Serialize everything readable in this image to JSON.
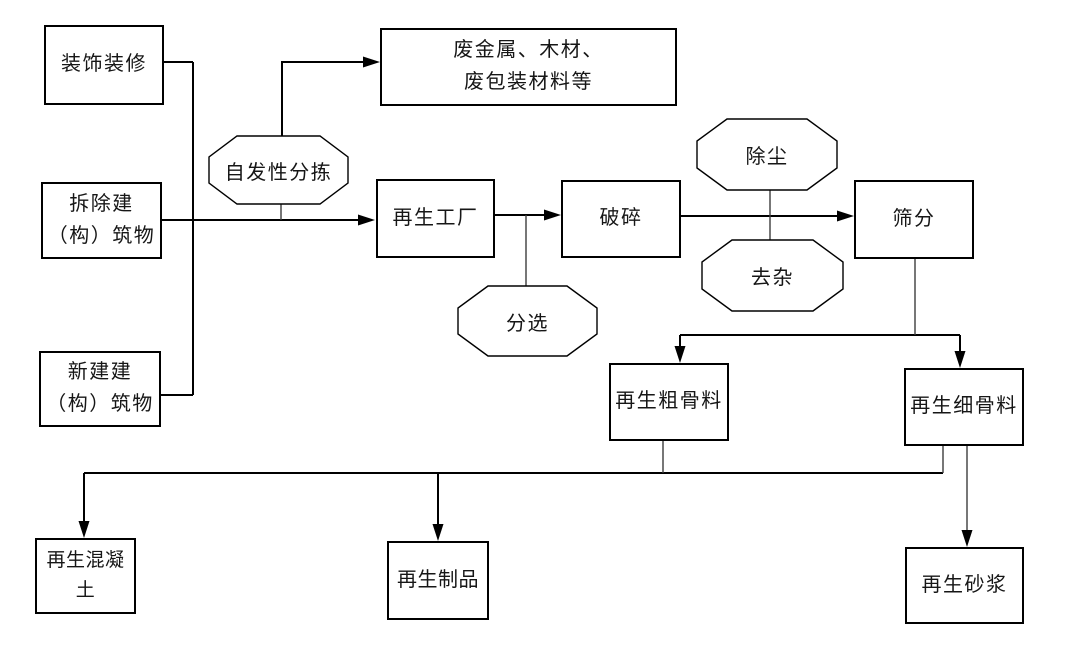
{
  "diagram": {
    "background_color": "#ffffff",
    "line_color": "#000000",
    "nodes": {
      "decoration": {
        "label": "装饰装修",
        "shape": "rect"
      },
      "demolished": {
        "label": "拆除建\n（构）筑物",
        "shape": "rect"
      },
      "new_construction": {
        "label": "新建建\n（构）筑物",
        "shape": "rect"
      },
      "waste_materials": {
        "label": "废金属、木材、\n废包装材料等",
        "shape": "rect"
      },
      "spontaneous_sorting": {
        "label": "自发性分拣",
        "shape": "octagon"
      },
      "recycling_plant": {
        "label": "再生工厂",
        "shape": "rect"
      },
      "sorting": {
        "label": "分选",
        "shape": "octagon"
      },
      "crushing": {
        "label": "破碎",
        "shape": "rect"
      },
      "dust_removal": {
        "label": "除尘",
        "shape": "octagon"
      },
      "impurity_removal": {
        "label": "去杂",
        "shape": "octagon"
      },
      "screening": {
        "label": "筛分",
        "shape": "rect"
      },
      "coarse_aggregate": {
        "label": "再生粗骨料",
        "shape": "rect"
      },
      "fine_aggregate": {
        "label": "再生细骨料",
        "shape": "rect"
      },
      "recycled_concrete": {
        "label": "再生混凝土",
        "shape": "rect"
      },
      "recycled_products": {
        "label": "再生制品",
        "shape": "rect"
      },
      "recycled_mortar": {
        "label": "再生砂浆",
        "shape": "rect"
      }
    },
    "edges": [
      {
        "from": "decoration",
        "to": "recycling_plant",
        "type": "arrow"
      },
      {
        "from": "demolished",
        "to": "recycling_plant",
        "type": "arrow"
      },
      {
        "from": "new_construction",
        "to": "recycling_plant",
        "type": "arrow"
      },
      {
        "from": "spontaneous_sorting",
        "to": "waste_materials",
        "type": "arrow"
      },
      {
        "from": "spontaneous_sorting",
        "to": "inflow_line",
        "type": "attach"
      },
      {
        "from": "recycling_plant",
        "to": "crushing",
        "type": "arrow"
      },
      {
        "from": "sorting",
        "to": "recycling_plant_crushing_line",
        "type": "attach"
      },
      {
        "from": "crushing",
        "to": "screening",
        "type": "arrow"
      },
      {
        "from": "dust_removal",
        "to": "crushing_screening_line",
        "type": "attach"
      },
      {
        "from": "impurity_removal",
        "to": "crushing_screening_line",
        "type": "attach"
      },
      {
        "from": "screening",
        "to": "coarse_aggregate",
        "type": "arrow"
      },
      {
        "from": "screening",
        "to": "fine_aggregate",
        "type": "arrow"
      },
      {
        "from": "coarse_aggregate",
        "to": "recycled_concrete",
        "type": "arrow"
      },
      {
        "from": "coarse_aggregate",
        "to": "recycled_products",
        "type": "arrow"
      },
      {
        "from": "fine_aggregate",
        "to": "recycled_concrete",
        "type": "arrow"
      },
      {
        "from": "fine_aggregate",
        "to": "recycled_products",
        "type": "arrow"
      },
      {
        "from": "fine_aggregate",
        "to": "recycled_mortar",
        "type": "arrow"
      }
    ]
  }
}
